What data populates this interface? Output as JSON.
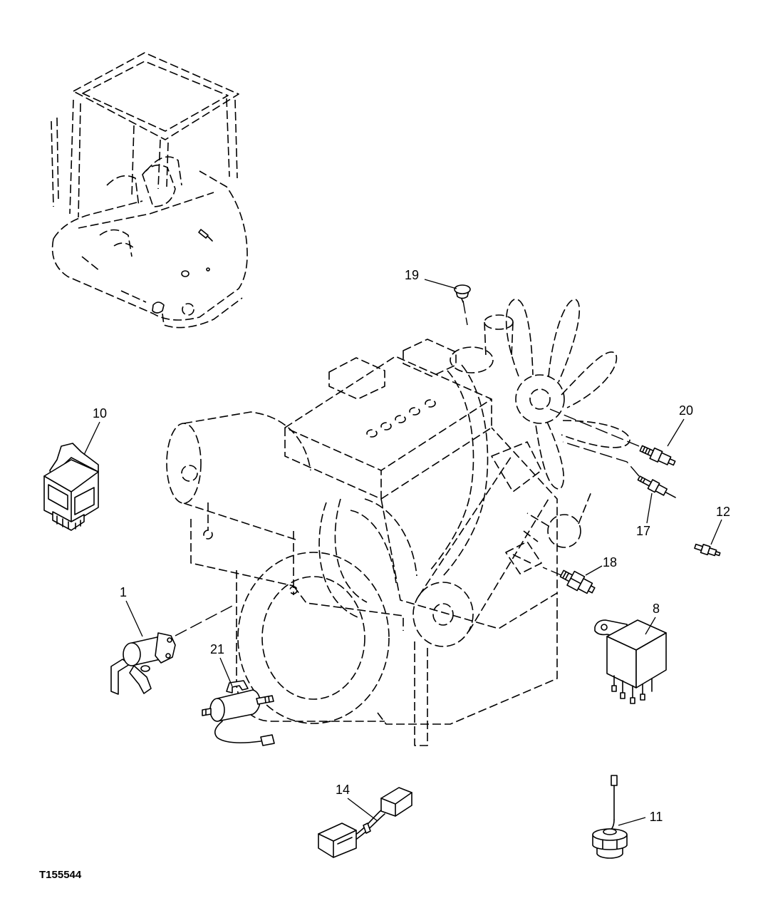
{
  "figure": {
    "id": "T155544"
  },
  "callouts": [
    {
      "label": "19"
    },
    {
      "label": "10"
    },
    {
      "label": "20"
    },
    {
      "label": "17"
    },
    {
      "label": "12"
    },
    {
      "label": "18"
    },
    {
      "label": "1"
    },
    {
      "label": "8"
    },
    {
      "label": "21"
    },
    {
      "label": "14"
    },
    {
      "label": "11"
    }
  ],
  "colors": {
    "line": "#000000",
    "background": "#ffffff"
  }
}
